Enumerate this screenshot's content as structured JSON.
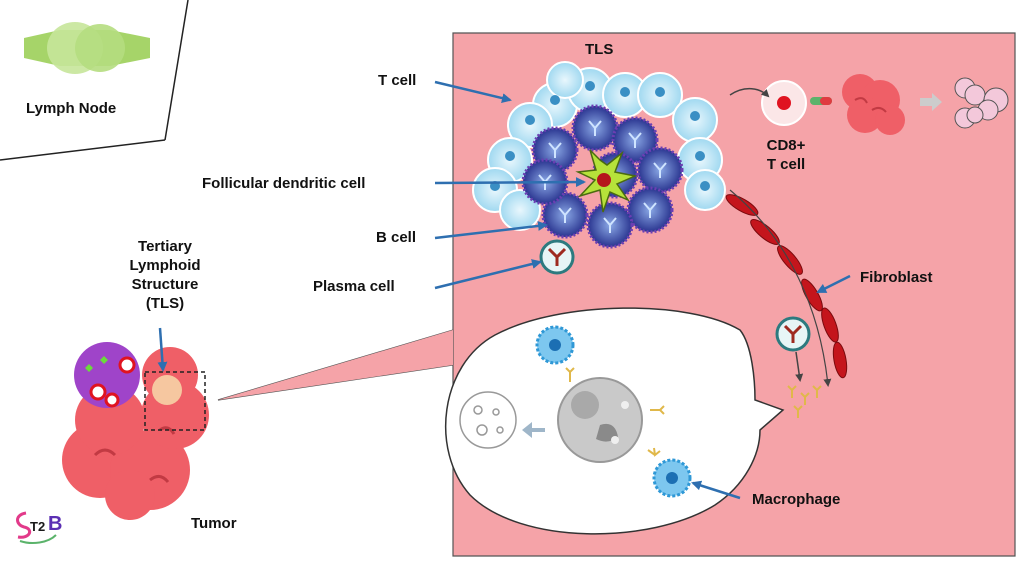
{
  "labels": {
    "lymph_node": "Lymph Node",
    "tls_top": "TLS",
    "t_cell": "T cell",
    "follicular_dendritic_cell": "Follicular dendritic cell",
    "b_cell": "B cell",
    "plasma_cell": "Plasma cell",
    "tls_full": [
      "Tertiary",
      "Lymphoid",
      "Structure",
      "(TLS)"
    ],
    "cd8_t_cell": [
      "CD8+",
      "T cell"
    ],
    "fibroblast": "Fibroblast",
    "macrophage": "Macrophage",
    "tumor": "Tumor"
  },
  "logo": {
    "text": "T2",
    "letter": "B"
  },
  "colors": {
    "panel_bg": "#f5a3a8",
    "tumor": "#ef5f67",
    "t_cell": "#bfe7f7",
    "b_cell": "#3b4aa8",
    "fdc": "#b6e23a",
    "fibroblast": "#c4151c",
    "macrophage": "#2f98d6",
    "lymph_node": "#a6d469",
    "arrow": "#2e6fb0"
  }
}
